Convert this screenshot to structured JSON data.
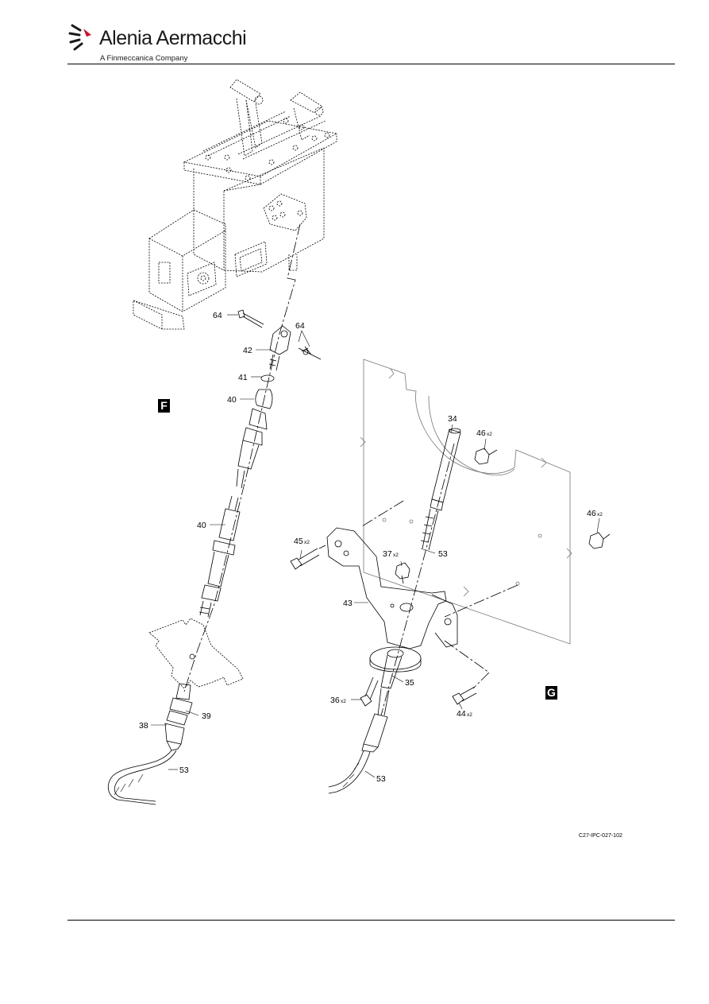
{
  "header": {
    "brand_name": "Alenia Aermacchi",
    "tagline": "A Finmeccanica Company"
  },
  "view_labels": {
    "view_f": "F",
    "view_g": "G"
  },
  "callouts": {
    "c64a": "64",
    "c64b": "64",
    "c42": "42",
    "c41": "41",
    "c40a": "40",
    "c40b": "40",
    "c38": "38",
    "c39": "39",
    "c53a": "53",
    "c34": "34",
    "c46a": "46",
    "c46b": "46",
    "c45": "45",
    "c37": "37",
    "c53b": "53",
    "c43": "43",
    "c35": "35",
    "c36": "36",
    "c44": "44",
    "c53c": "53"
  },
  "multipliers": {
    "m46a": "x2",
    "m46b": "x2",
    "m45": "x2",
    "m37": "x2",
    "m36": "x2",
    "m44": "x2"
  },
  "figure_reference": "C27-IPC-027-102"
}
